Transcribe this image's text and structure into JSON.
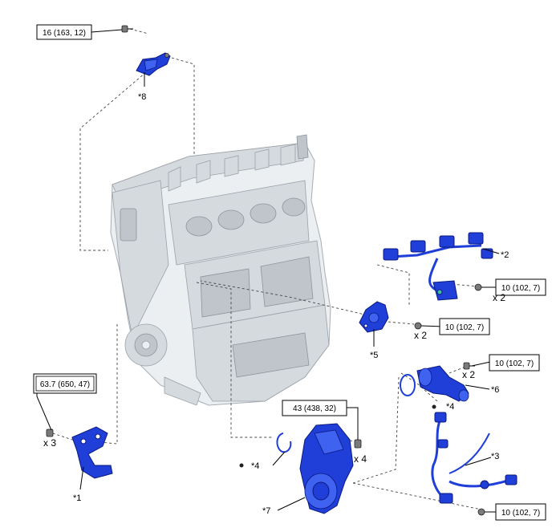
{
  "torque_specs": {
    "t8": "16 (163, 12)",
    "t2": "10 (102, 7)",
    "t5": "10 (102, 7)",
    "t6": "10 (102, 7)",
    "t1": "63.7 (650, 47)",
    "t7": "43 (438, 32)",
    "t3": "10 (102, 7)"
  },
  "callouts": {
    "c8": "*8",
    "c2": "*2",
    "c5": "*5",
    "c6": "*6",
    "c4a": "*4",
    "c4b": "*4",
    "c1": "*1",
    "c3": "*3",
    "c7": "*7"
  },
  "quantities": {
    "q2": "x 2",
    "q5": "x 2",
    "q6": "x 2",
    "q1": "x 3",
    "q7": "x 4"
  },
  "colors": {
    "part_blue": "#1f3fd8",
    "engine_gray": "#eceff2"
  }
}
